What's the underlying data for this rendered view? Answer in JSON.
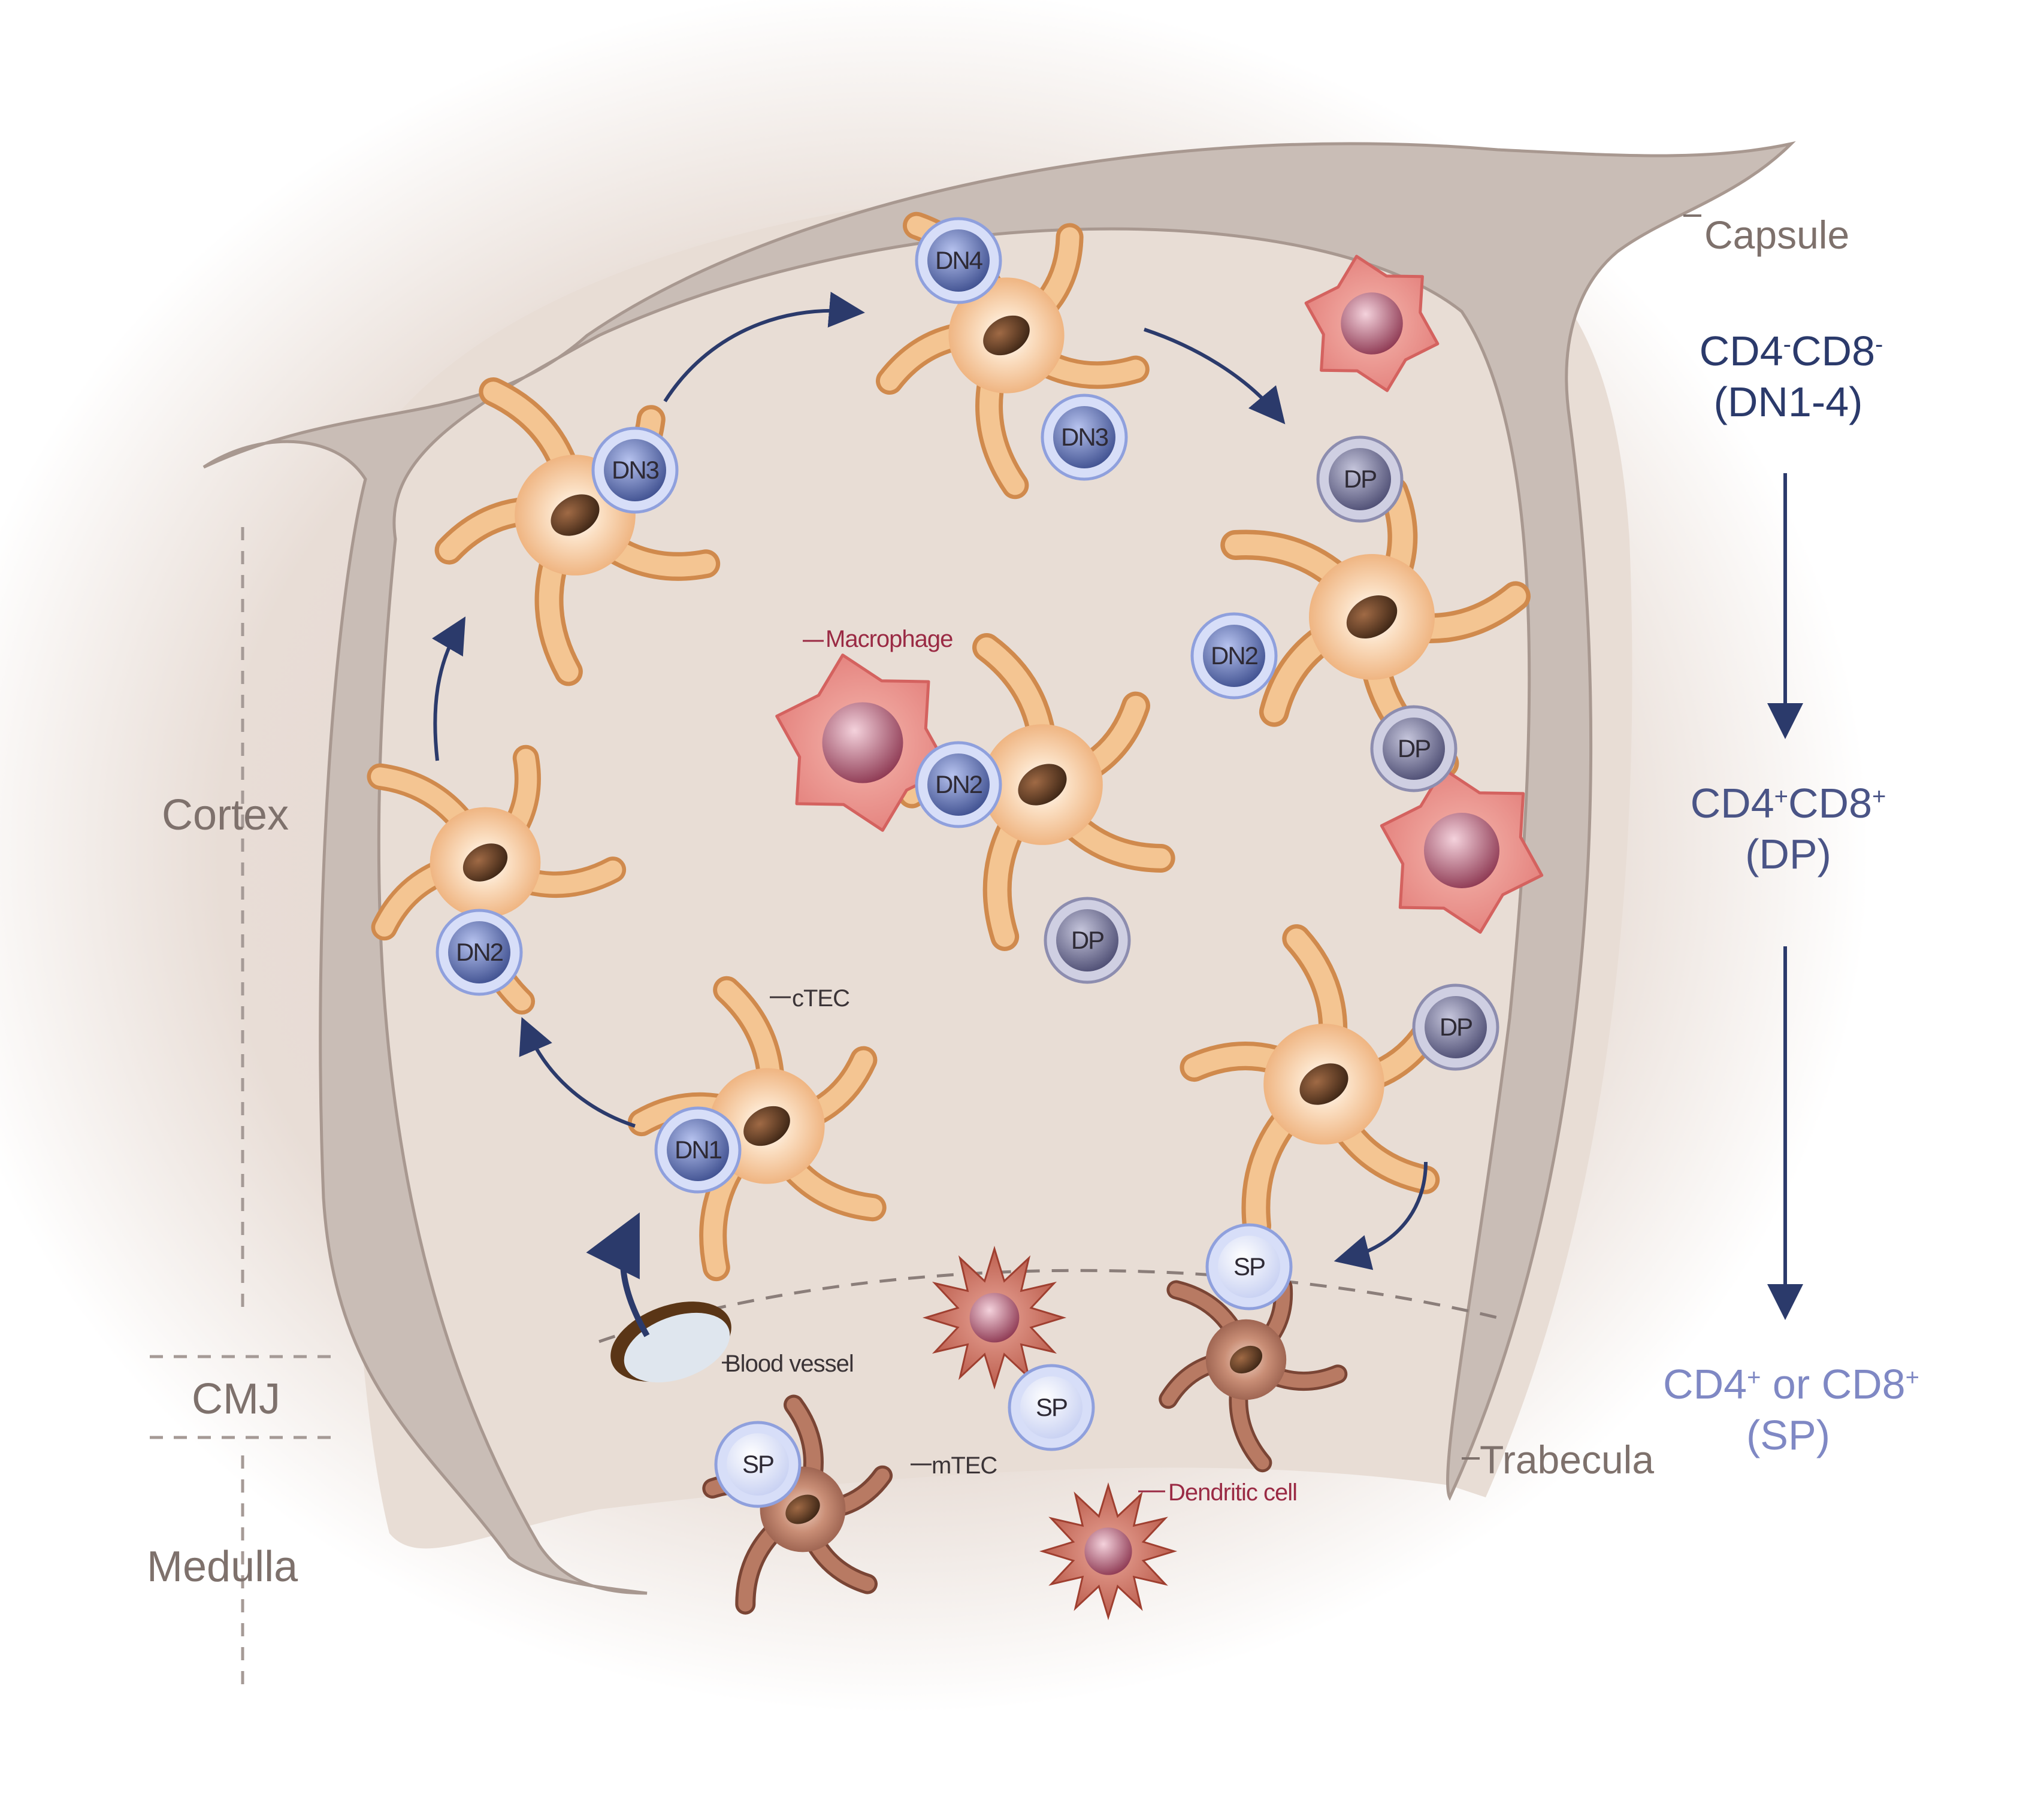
{
  "zones": {
    "cortex": "Cortex",
    "cmj": "CMJ",
    "medulla": "Medulla"
  },
  "structures": {
    "capsule": "Capsule",
    "trabecula": "Trabecula",
    "blood_vessel": "Blood vessel",
    "ctec": "cTEC",
    "mtec": "mTEC",
    "macrophage": "Macrophage",
    "dendritic_cell": "Dendritic cell"
  },
  "thymocytes": {
    "dn1": "DN1",
    "dn2": "DN2",
    "dn3": "DN3",
    "dn4": "DN4",
    "dp": "DP",
    "sp": "SP"
  },
  "stages": {
    "dn": {
      "main": "CD4",
      "sup1": "-",
      "mid": "CD8",
      "sup2": "-",
      "sub": "(DN1-4)"
    },
    "dp": {
      "main": "CD4",
      "sup1": "+",
      "mid": "CD8",
      "sup2": "+",
      "sub": "(DP)"
    },
    "sp": {
      "main": "CD4",
      "sup1": "+",
      "mid": " or CD8",
      "sup2": "+",
      "sub": "(SP)"
    }
  },
  "colors": {
    "capsule_fill": "#c9bdb6",
    "cortex_fill": "#e9ded7",
    "ctec": "#efb37c",
    "mtec": "#a86a55",
    "macrophage": "#ea8a86",
    "dendritic": "#c9645a",
    "thymocyte_dn": "#b4bff0",
    "thymocyte_dp": "#a8a8c6",
    "arrow": "#2b3a6b"
  }
}
